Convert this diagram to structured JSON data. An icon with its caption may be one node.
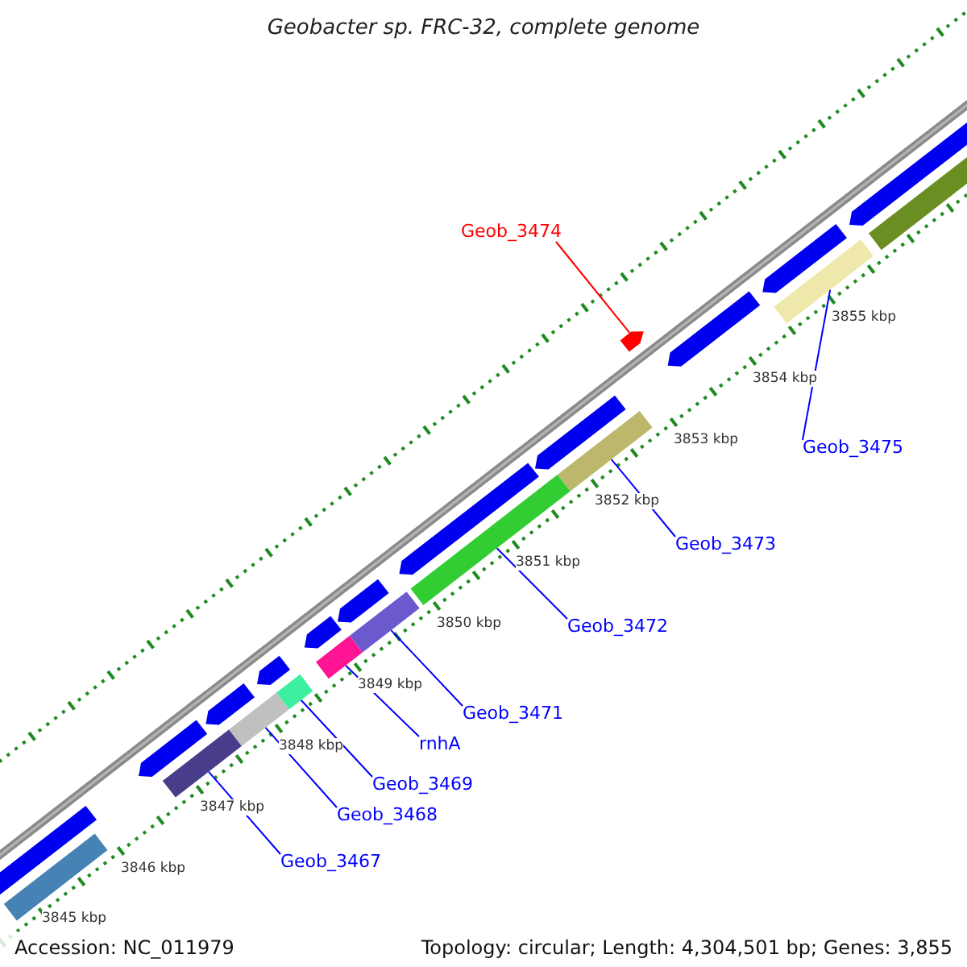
{
  "diagram": {
    "title": "Geobacter sp. FRC-32, complete genome",
    "nodes": [
      {
        "text": [
          "Geob_3474"
        ]
      },
      {
        "text": [
          "Geob_3475"
        ]
      },
      {
        "text": [
          "Geob_3473"
        ]
      },
      {
        "text": [
          "Geob_3472"
        ]
      },
      {
        "text": [
          "Geob_3471"
        ]
      },
      {
        "text": [
          "rnhA"
        ]
      },
      {
        "text": [
          "Geob_3469"
        ]
      },
      {
        "text": [
          "Geob_3468"
        ]
      },
      {
        "text": [
          "Geob_3467"
        ]
      },
      {
        "text": [],
        "shape": "bar"
      },
      {
        "text": [],
        "shape": "bar"
      },
      {
        "text": [],
        "shape": "bar"
      },
      {
        "text": [],
        "shape": "bar"
      },
      {
        "text": [],
        "shape": "bar"
      },
      {
        "text": [],
        "shape": "bar"
      },
      {
        "text": [],
        "shape": "bar"
      },
      {
        "text": [],
        "shape": "bar"
      },
      {
        "text": [],
        "shape": "bar"
      },
      {
        "text": [],
        "shape": "bar"
      },
      {
        "text": [],
        "shape": "bar"
      },
      {
        "text": [],
        "shape": "bar"
      },
      {
        "text": [],
        "shape": "bar"
      },
      {
        "text": [],
        "shape": "bar"
      },
      {
        "text": [],
        "shape": "bar"
      },
      {
        "text": [],
        "shape": "bar"
      },
      {
        "text": [],
        "shape": "bar"
      },
      {
        "text": [],
        "shape": "bar"
      },
      {
        "text": [],
        "shape": "bar"
      },
      {
        "text": [],
        "shape": "bar"
      },
      {
        "text": [],
        "shape": "bar"
      },
      {
        "text": [],
        "shape": "bar"
      }
    ],
    "edges": [
      {
        "from": 0,
        "to": 16,
        "arrow": "none",
        "color": "#ff0000"
      },
      {
        "from": 1,
        "to": 17,
        "arrow": "none"
      },
      {
        "from": 2,
        "to": 15,
        "arrow": "none"
      },
      {
        "from": 3,
        "to": 14,
        "arrow": "none"
      },
      {
        "from": 4,
        "to": 13,
        "arrow": "none"
      },
      {
        "from": 5,
        "to": 12,
        "arrow": "none"
      },
      {
        "from": 6,
        "to": 11,
        "arrow": "none"
      },
      {
        "from": 7,
        "to": 10,
        "arrow": "none"
      },
      {
        "from": 8,
        "to": 9,
        "arrow": "none"
      }
    ],
    "labels": [
      "3855 kbp",
      "3854 kbp",
      "3853 kbp",
      "3852 kbp",
      "3851 kbp",
      "3850 kbp",
      "3849 kbp",
      "3848 kbp",
      "3847 kbp",
      "3846 kbp",
      "3845 kbp",
      "Accession: NC_011979",
      "Topology: circular; Length: 4,304,501 bp; Genes: 3,855"
    ]
  }
}
